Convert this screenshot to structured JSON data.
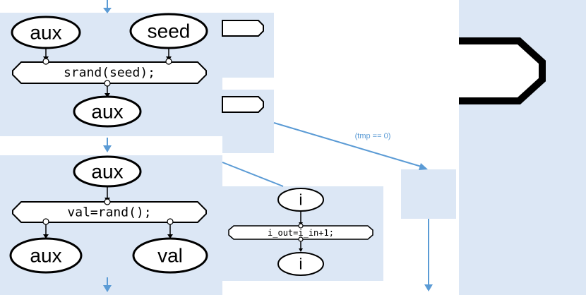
{
  "colors": {
    "panel": "#dce7f5",
    "connector": "#5b9bd5",
    "node_stroke": "#000000",
    "node_fill": "#ffffff"
  },
  "block1": {
    "in_left": "aux",
    "in_right": "seed",
    "statement": "srand(seed);",
    "out": "aux"
  },
  "block2": {
    "in": "aux",
    "statement": "val=rand();",
    "out_left": "aux",
    "out_right": "val"
  },
  "block3": {
    "in": "i",
    "statement": "i_out=i_in+1;",
    "out": "i"
  },
  "edge_label": "(tmp == 0)"
}
